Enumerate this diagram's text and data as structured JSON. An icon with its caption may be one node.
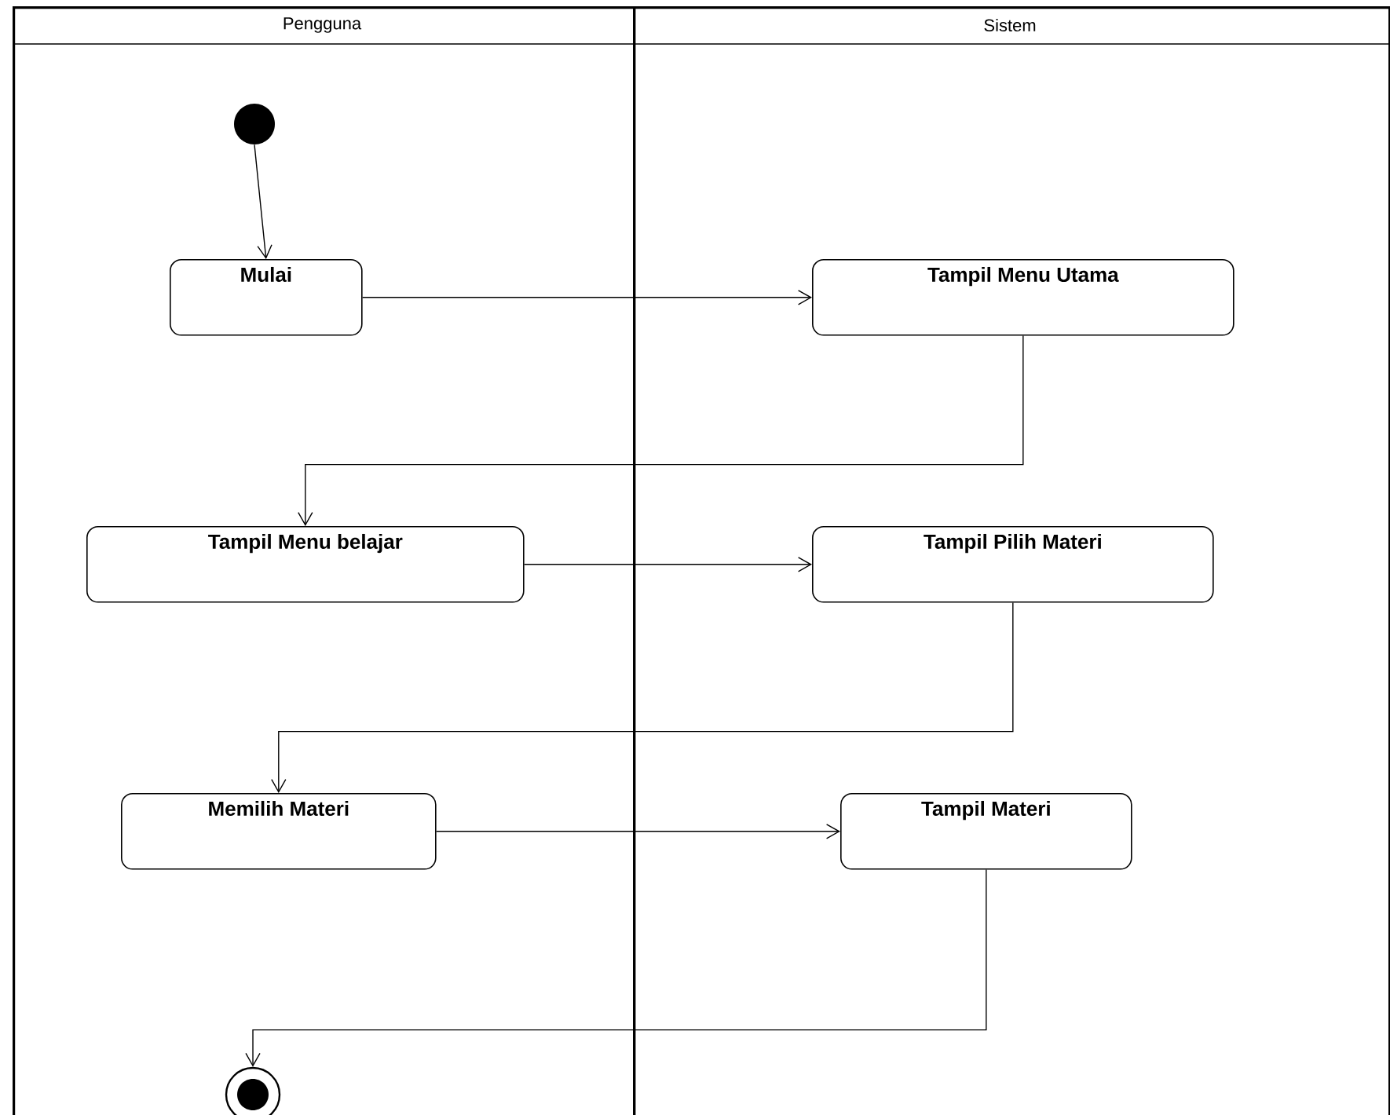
{
  "diagram": {
    "nodes": [
      {
        "text": [
          "Pengguna"
        ]
      },
      {
        "text": [
          "Sistem"
        ]
      },
      {
        "text": [],
        "shape": "circle",
        "in": 0
      },
      {
        "text": [
          "Mulai"
        ],
        "in": 0
      },
      {
        "text": [
          "Tampil Menu Utama"
        ],
        "in": 1
      },
      {
        "text": [
          "Tampil Menu belajar"
        ],
        "in": 0
      },
      {
        "text": [
          "Tampil Pilih Materi"
        ],
        "in": 1
      },
      {
        "text": [
          "Memilih Materi"
        ],
        "in": 0
      },
      {
        "text": [
          "Tampil Materi"
        ],
        "in": 1
      },
      {
        "text": [],
        "shape": "circle",
        "in": 0
      }
    ],
    "edges": [
      {
        "from": 2,
        "to": 3,
        "arrow": "to"
      },
      {
        "from": 3,
        "to": 4,
        "arrow": "to"
      },
      {
        "from": 4,
        "to": 5,
        "arrow": "to"
      },
      {
        "from": 5,
        "to": 6,
        "arrow": "to"
      },
      {
        "from": 6,
        "to": 7,
        "arrow": "to"
      },
      {
        "from": 7,
        "to": 8,
        "arrow": "to"
      },
      {
        "from": 8,
        "to": 9,
        "arrow": "to"
      }
    ]
  }
}
